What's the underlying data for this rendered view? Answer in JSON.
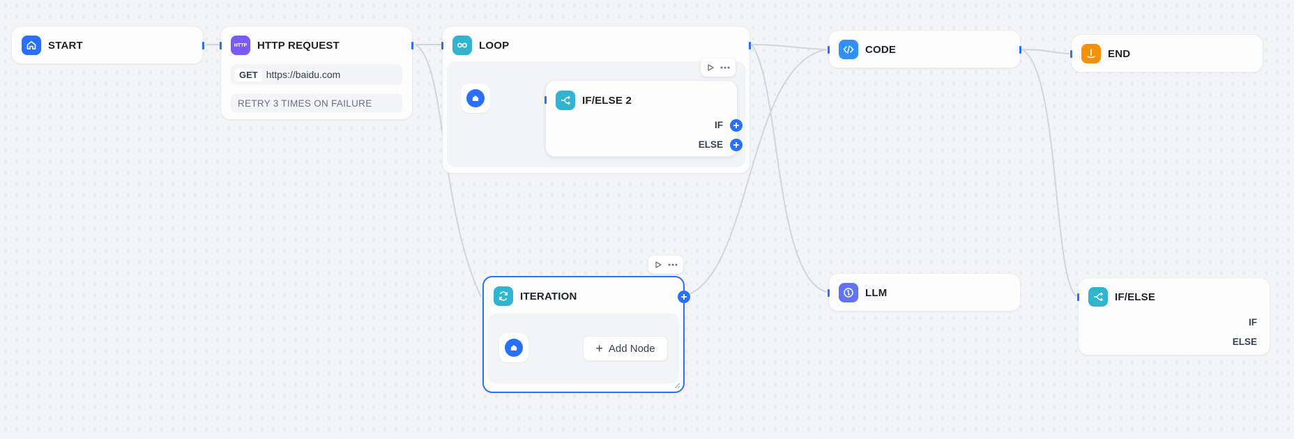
{
  "nodes": {
    "start": {
      "title": "START",
      "icon": "home-icon",
      "color": "#2970ff"
    },
    "http_request": {
      "title": "HTTP REQUEST",
      "icon": "http-icon",
      "icon_text": "HTTP",
      "color": "#7a5af8",
      "method": "GET",
      "url": "https://baidu.com",
      "retry": "RETRY 3 TIMES ON FAILURE"
    },
    "loop": {
      "title": "LOOP",
      "icon": "infinity-icon",
      "color": "#31b4d0"
    },
    "if_else_2": {
      "title": "IF/ELSE 2",
      "icon": "branch-icon",
      "color": "#31b4d0",
      "branches": [
        "IF",
        "ELSE"
      ]
    },
    "iteration": {
      "title": "ITERATION",
      "icon": "refresh-icon",
      "color": "#31b4d0",
      "add_node_label": "Add Node"
    },
    "code": {
      "title": "CODE",
      "icon": "code-icon",
      "color": "#2e90fa"
    },
    "llm": {
      "title": "LLM",
      "icon": "llm-icon",
      "color": "#6172f3"
    },
    "end": {
      "title": "END",
      "icon": "end-icon",
      "color": "#f79009"
    },
    "if_else": {
      "title": "IF/ELSE",
      "icon": "branch-icon",
      "color": "#31b4d0",
      "branches": [
        "IF",
        "ELSE"
      ]
    }
  },
  "colors": {
    "accent": "#2970ff",
    "edge": "#d0d5dd",
    "selected_border": "#2970ff",
    "canvas": "#f2f4f7"
  }
}
